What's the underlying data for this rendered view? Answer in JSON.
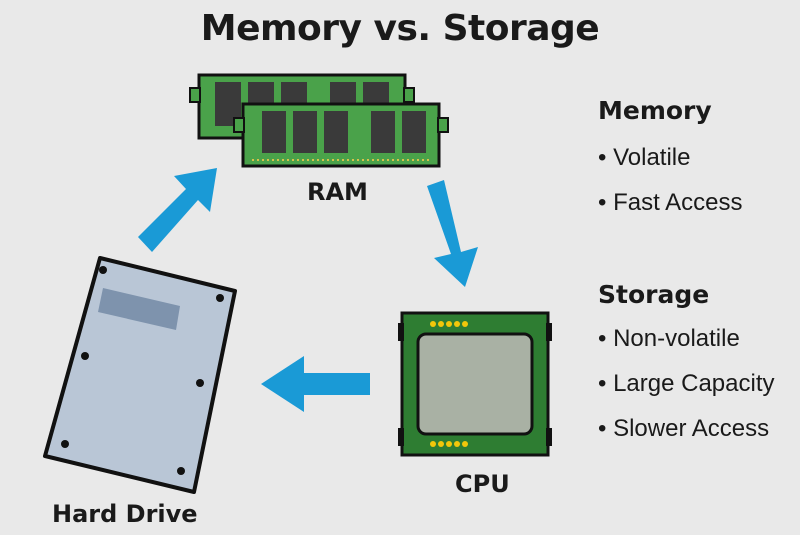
{
  "title": "Memory vs. Storage",
  "components": {
    "ram": "RAM",
    "cpu": "CPU",
    "hard_drive": "Hard Drive"
  },
  "legend": {
    "memory": {
      "heading": "Memory",
      "items": [
        "Volatile",
        "Fast Access"
      ]
    },
    "storage": {
      "heading": "Storage",
      "items": [
        "Non-volatile",
        "Large Capacity",
        "Slower Access"
      ]
    }
  },
  "colors": {
    "background": "#e9e9e9",
    "arrow": "#1a9ad6",
    "ram_board": "#4aa24a",
    "ram_chip": "#3a3a3a",
    "cpu_board": "#2e7d32",
    "cpu_die": "#a9b1a4",
    "cpu_pins": "#f2c70a",
    "drive_body": "#b9c6d6",
    "drive_label": "#7e93ad"
  },
  "icons": [
    "ram-icon",
    "cpu-icon",
    "hard-drive-icon",
    "arrow-icon"
  ]
}
